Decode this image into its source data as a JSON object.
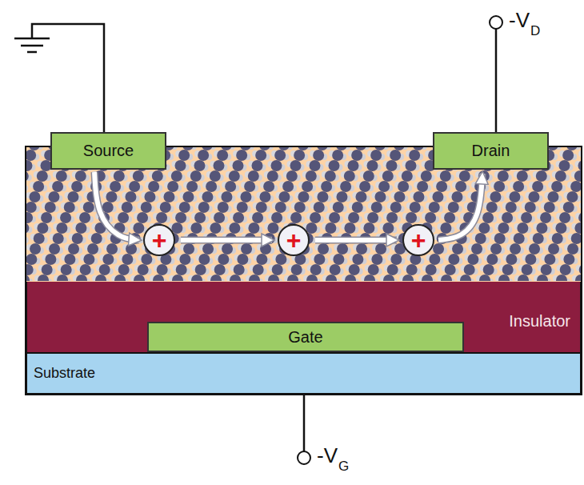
{
  "diagram": {
    "nodes": [
      {
        "text": [
          "Source"
        ]
      },
      {
        "text": [
          "+"
        ]
      },
      {
        "text": [
          "+"
        ]
      },
      {
        "text": [
          "+"
        ]
      },
      {
        "text": [
          "Drain"
        ]
      },
      {
        "text": [
          "Insulator"
        ]
      },
      {
        "text": [
          "Gate"
        ],
        "in": 5
      },
      {
        "text": [
          "Substrate"
        ]
      }
    ],
    "edges": [
      {
        "from": 0,
        "to": 1,
        "arrow": "to"
      },
      {
        "from": 1,
        "to": 2,
        "arrow": "to"
      },
      {
        "from": 2,
        "to": 3,
        "arrow": "to"
      },
      {
        "from": 3,
        "to": 4,
        "arrow": "to"
      }
    ],
    "labels": [
      "-V",
      "D",
      "-V",
      "G"
    ]
  }
}
